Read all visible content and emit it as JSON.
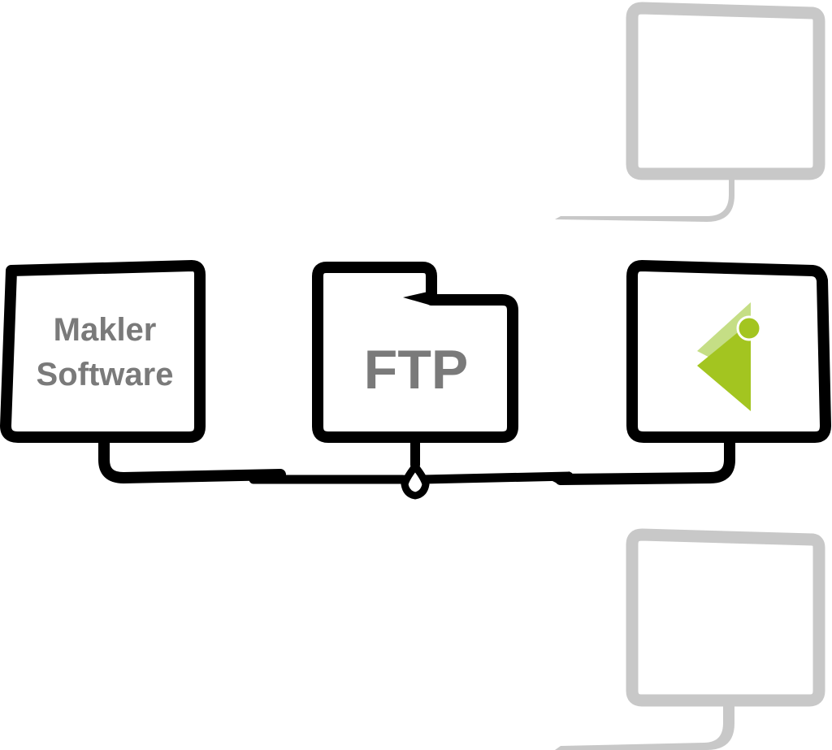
{
  "colors": {
    "stroke_active": "#000000",
    "stroke_inactive": "#c8c8c8",
    "label_text": "#7a7a7a",
    "logo_light": "#c5de85",
    "logo_dark": "#a3c520",
    "background": "#ffffff"
  },
  "nodes": {
    "makler_software": {
      "label_line1": "Makler",
      "label_line2": "Software"
    },
    "ftp_server": {
      "label": "FTP"
    },
    "logo_monitor": {
      "icon": "green-arrow-logo-icon"
    },
    "ghost_top": {
      "icon": "monitor-icon"
    },
    "ghost_bottom": {
      "icon": "monitor-icon"
    }
  }
}
